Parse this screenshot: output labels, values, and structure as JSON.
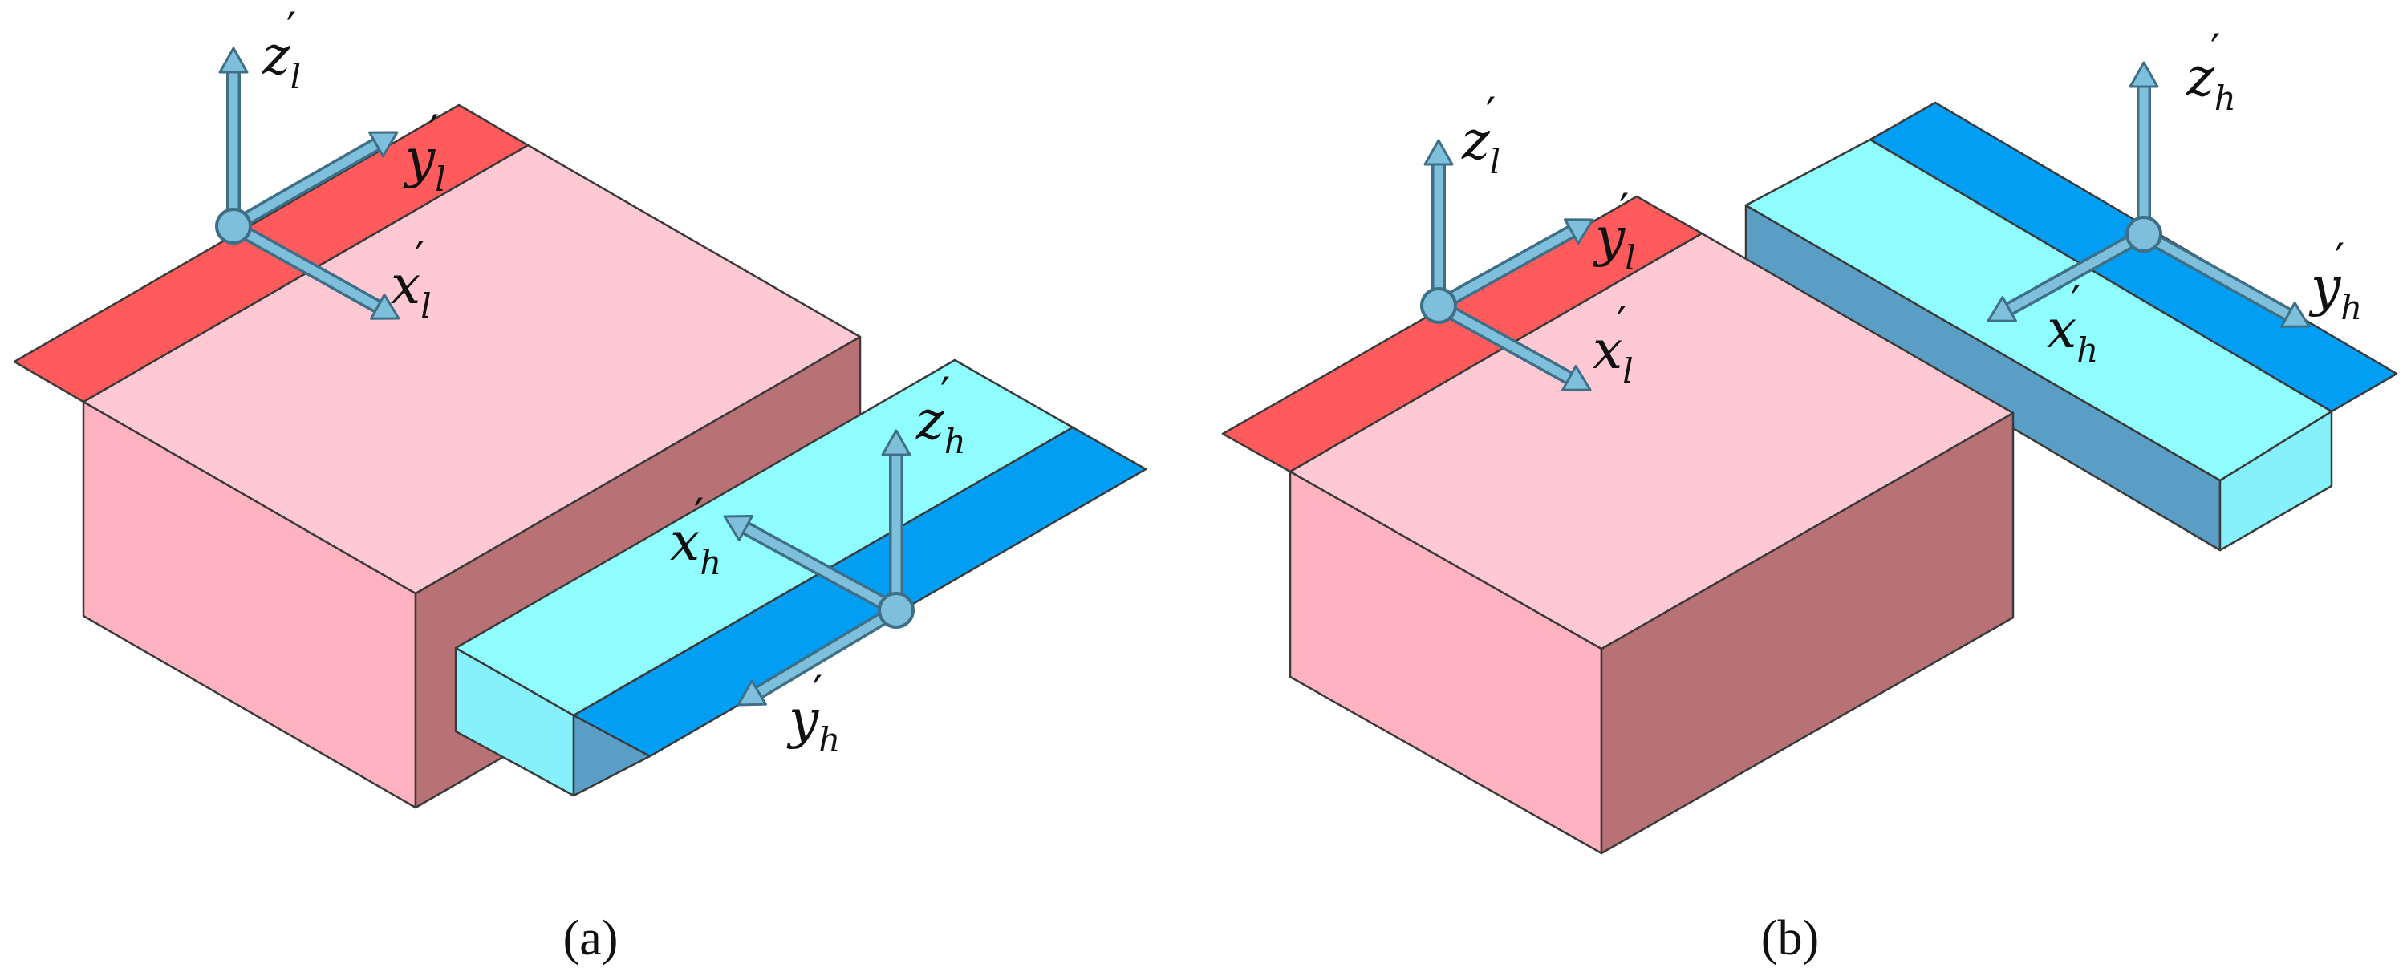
{
  "colors": {
    "low_top": "#ffc9d4",
    "low_front": "#ffb3c0",
    "low_side": "#b87276",
    "low_strip": "#ff5a5c",
    "high_top": "#8ffcfe",
    "high_front": "#86f1fb",
    "high_side": "#5a9ec6",
    "high_strip": "#029ef3",
    "axis": "#7ec0dc",
    "axis_outline": "#3f6f86",
    "edge": "#3a3a3a"
  },
  "panels": [
    {
      "caption": "(a)",
      "labels": {
        "z_low": {
          "base": "z",
          "sub": "l",
          "prime": "′"
        },
        "y_low": {
          "base": "y",
          "sub": "l",
          "prime": "′"
        },
        "x_low": {
          "base": "x",
          "sub": "l",
          "prime": "′"
        },
        "z_high": {
          "base": "z",
          "sub": "h",
          "prime": "′"
        },
        "x_high": {
          "base": "x",
          "sub": "h",
          "prime": "′"
        },
        "y_high": {
          "base": "y",
          "sub": "h",
          "prime": "′"
        }
      }
    },
    {
      "caption": "(b)",
      "labels": {
        "z_low": {
          "base": "z",
          "sub": "l",
          "prime": "′"
        },
        "y_low": {
          "base": "y",
          "sub": "l",
          "prime": "′"
        },
        "x_low": {
          "base": "x",
          "sub": "l",
          "prime": "′"
        },
        "z_high": {
          "base": "z",
          "sub": "h",
          "prime": "′"
        },
        "x_high": {
          "base": "x",
          "sub": "h",
          "prime": "′"
        },
        "y_high": {
          "base": "y",
          "sub": "h",
          "prime": "′"
        }
      }
    }
  ]
}
